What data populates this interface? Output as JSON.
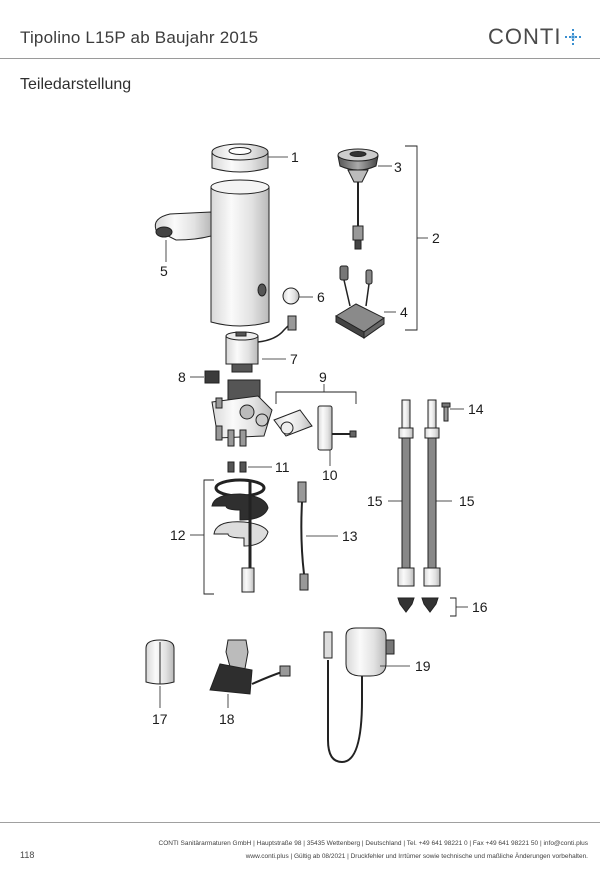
{
  "header": {
    "title": "Tipolino L15P ab Baujahr 2015",
    "logo_text": "CONTI",
    "logo_accent": "#3a8fd0"
  },
  "section_title": "Teiledarstellung",
  "parts": {
    "p1": "1",
    "p2": "2",
    "p3": "3",
    "p4": "4",
    "p5": "5",
    "p6": "6",
    "p7": "7",
    "p8": "8",
    "p9": "9",
    "p10": "10",
    "p11": "11",
    "p12": "12",
    "p13": "13",
    "p14": "14",
    "p15a": "15",
    "p15b": "15",
    "p16": "16",
    "p17": "17",
    "p18": "18",
    "p19": "19"
  },
  "footer": {
    "page_number": "118",
    "line1": "CONTI Sanitärarmaturen GmbH | Hauptstraße 98 | 35435 Wettenberg | Deutschland | Tel. +49 641 98221 0 | Fax +49 641 98221 50 | info@conti.plus",
    "line2": "www.conti.plus | Gültig ab 08/2021 | Druckfehler und Irrtümer sowie technische und maßliche Änderungen vorbehalten."
  }
}
